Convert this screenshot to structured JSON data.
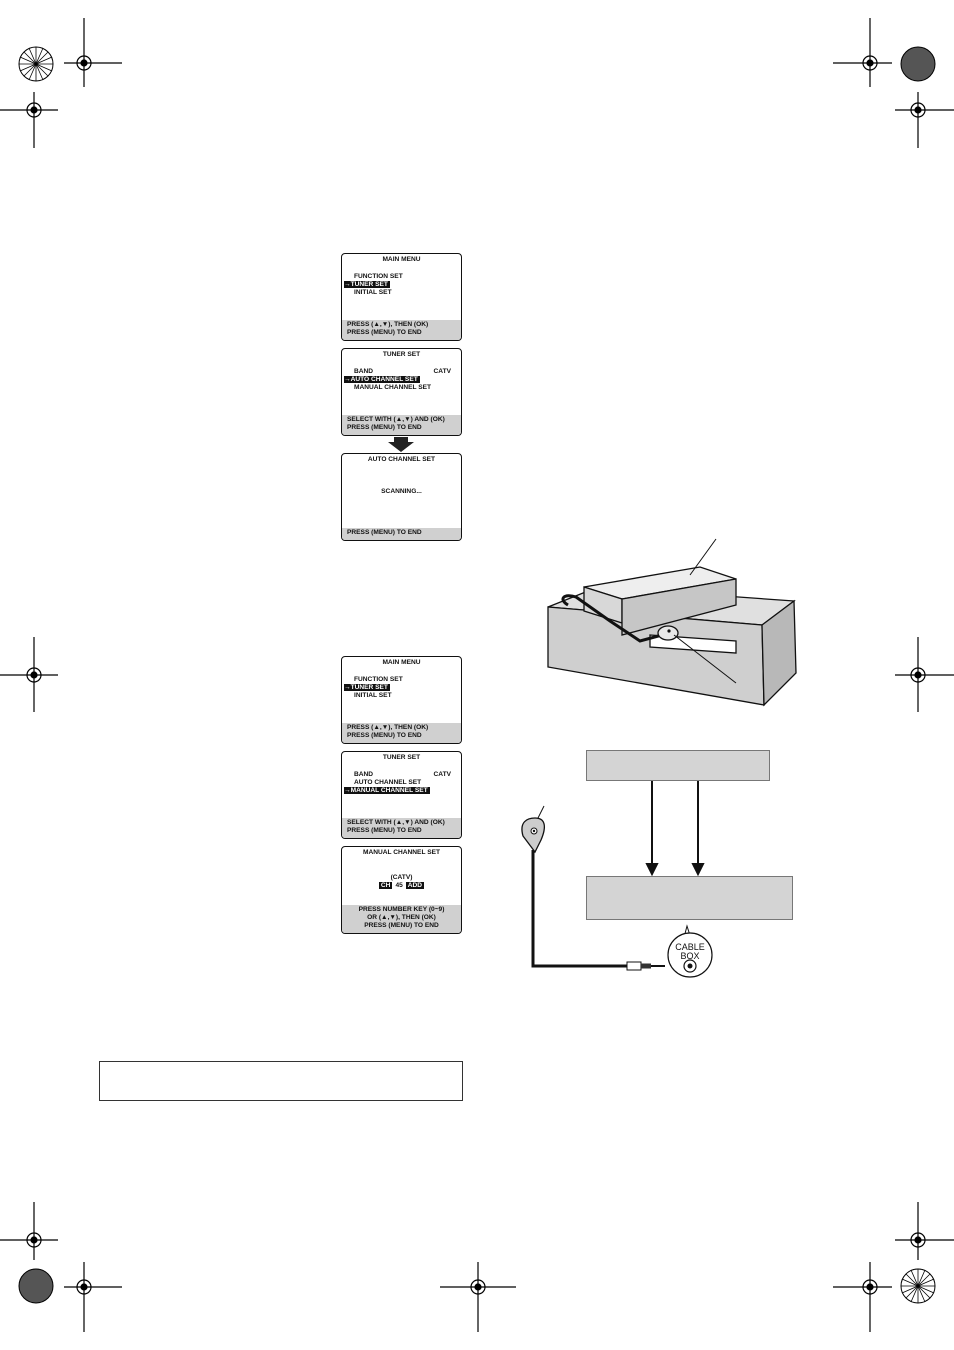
{
  "auto_channel_screens": {
    "main_menu": {
      "title": "MAIN MENU",
      "items": [
        "FUNCTION SET",
        "→TUNER SET",
        "INITIAL SET"
      ],
      "footer": [
        "PRESS (▲,▼), THEN (OK)",
        "PRESS (MENU) TO END"
      ]
    },
    "tuner_set": {
      "title": "TUNER SET",
      "band_label": "BAND",
      "band_value": "CATV",
      "items": [
        "→AUTO CHANNEL SET",
        "MANUAL CHANNEL SET"
      ],
      "footer": [
        "SELECT WITH (▲,▼) AND (OK)",
        "PRESS (MENU) TO END"
      ]
    },
    "auto_channel_set": {
      "title": "AUTO CHANNEL SET",
      "status": "SCANNING...",
      "footer": [
        "PRESS (MENU) TO END"
      ]
    }
  },
  "manual_channel_screens": {
    "main_menu": {
      "title": "MAIN MENU",
      "items": [
        "FUNCTION SET",
        "→TUNER SET",
        "INITIAL SET"
      ],
      "footer": [
        "PRESS (▲,▼), THEN (OK)",
        "PRESS (MENU) TO END"
      ]
    },
    "tuner_set": {
      "title": "TUNER SET",
      "band_label": "BAND",
      "band_value": "CATV",
      "items": [
        "AUTO CHANNEL SET",
        "→MANUAL CHANNEL SET"
      ],
      "footer": [
        "SELECT WITH (▲,▼) AND (OK)",
        "PRESS (MENU) TO END"
      ]
    },
    "manual_channel_set": {
      "title": "MANUAL CHANNEL SET",
      "band": "(CATV)",
      "ch_label": "CH",
      "ch_value": "45",
      "add_label": "ADD",
      "footer": [
        "PRESS NUMBER KEY (0~9)",
        "OR (▲,▼), THEN (OK)",
        "PRESS (MENU) TO END"
      ]
    }
  },
  "connection_diagram": {
    "cable_box_jack_label": [
      "CABLE",
      "BOX"
    ]
  },
  "colors": {
    "panel_footer": "#d0d0d0",
    "diagram_box": "#d4d4d4",
    "ink": "#111111"
  }
}
